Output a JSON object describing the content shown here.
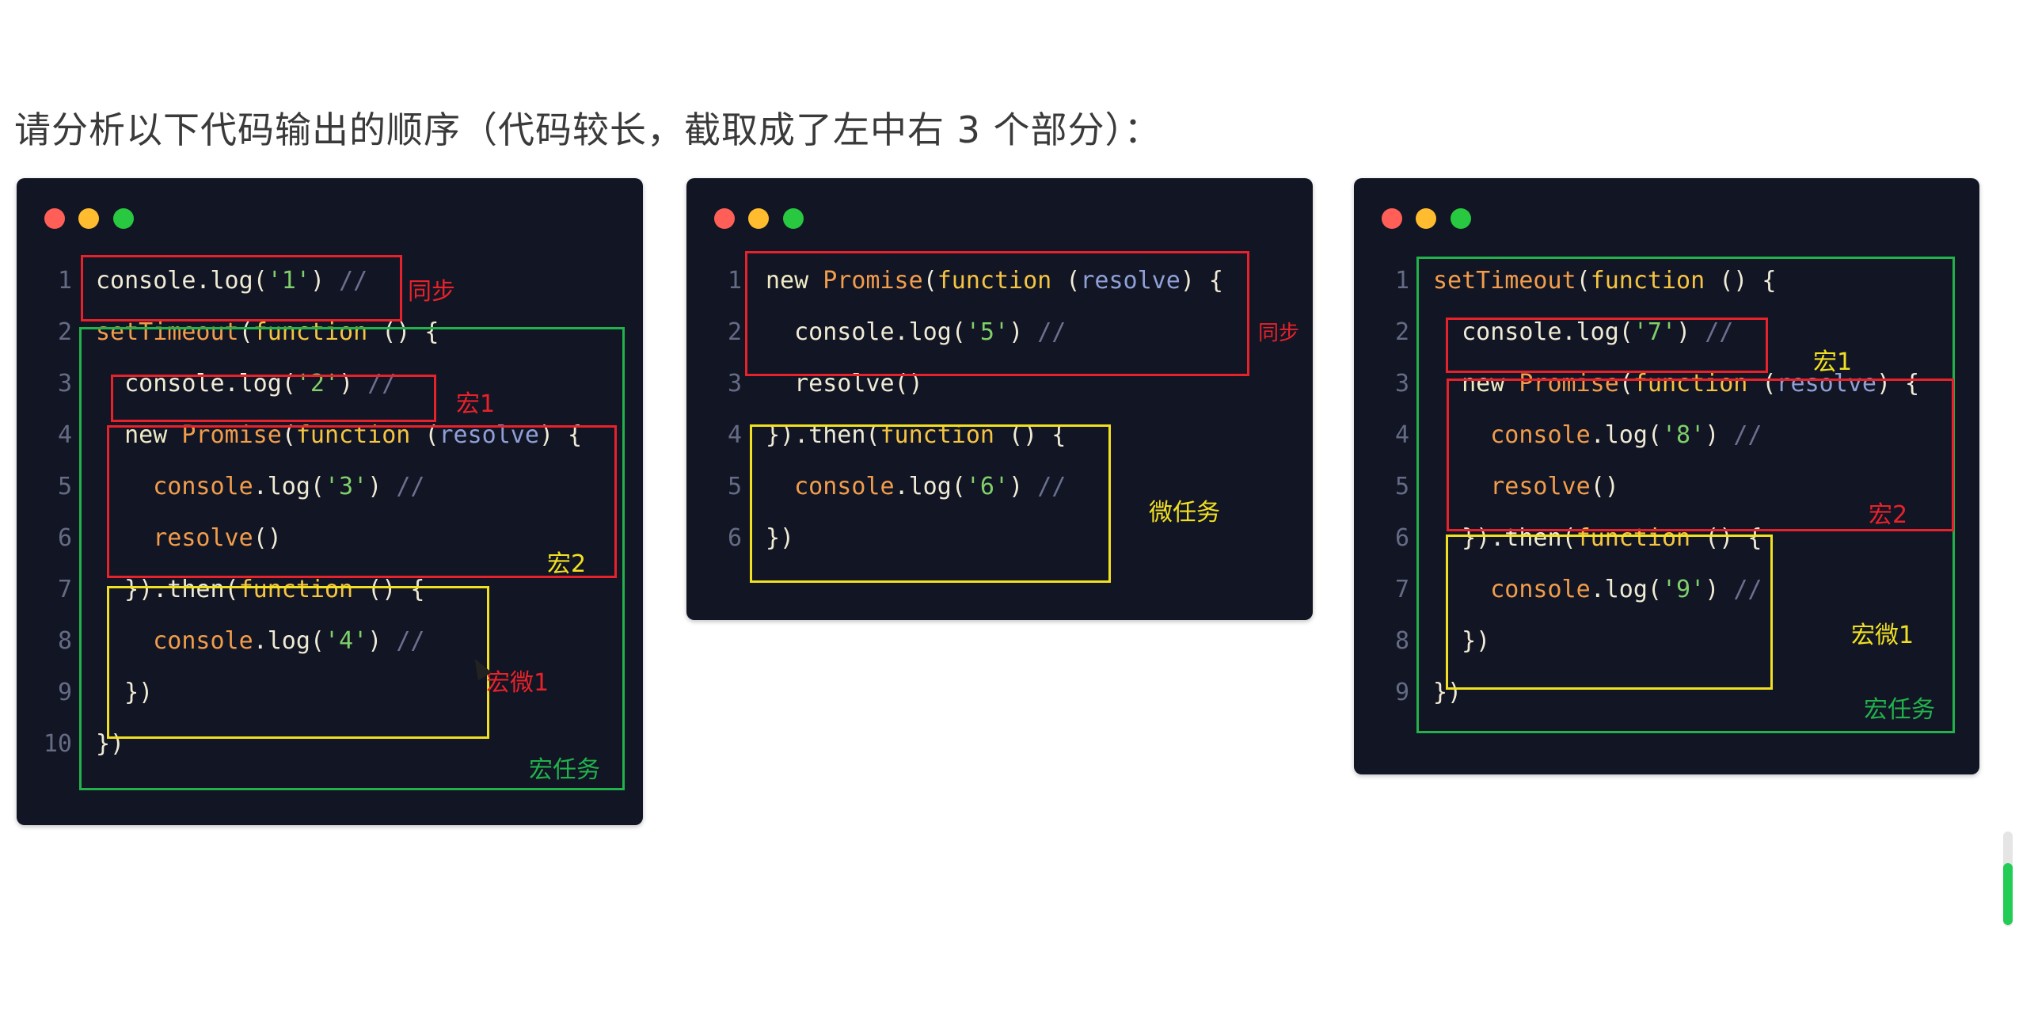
{
  "question": "请分析以下代码输出的顺序（代码较长，截取成了左中右 3 个部分）：",
  "panels": {
    "left": {
      "lines": [
        {
          "n": "1",
          "tokens": [
            [
              "pl",
              "console"
            ],
            [
              "pl",
              "."
            ],
            [
              "pl",
              "log("
            ],
            [
              "str",
              "'1'"
            ],
            [
              "pl",
              ") "
            ],
            [
              "cm",
              "//"
            ]
          ]
        },
        {
          "n": "2",
          "tokens": [
            [
              "fn",
              "setTimeout"
            ],
            [
              "pl",
              "("
            ],
            [
              "fnk",
              "function"
            ],
            [
              "pl",
              " () {"
            ]
          ]
        },
        {
          "n": "3",
          "tokens": [
            [
              "pl",
              "  console.log("
            ],
            [
              "str",
              "'2'"
            ],
            [
              "pl",
              ") "
            ],
            [
              "cm",
              "//"
            ]
          ]
        },
        {
          "n": "4",
          "tokens": [
            [
              "kw",
              "  new "
            ],
            [
              "fn",
              "Promise"
            ],
            [
              "pl",
              "("
            ],
            [
              "fnk",
              "function"
            ],
            [
              "pl",
              " ("
            ],
            [
              "param",
              "resolve"
            ],
            [
              "pl",
              ") {"
            ]
          ]
        },
        {
          "n": "5",
          "tokens": [
            [
              "pl",
              "    "
            ],
            [
              "fn",
              "console"
            ],
            [
              "pl",
              ".log("
            ],
            [
              "str",
              "'3'"
            ],
            [
              "pl",
              ") "
            ],
            [
              "cm",
              "//"
            ]
          ]
        },
        {
          "n": "6",
          "tokens": [
            [
              "pl",
              "    "
            ],
            [
              "fn",
              "resolve"
            ],
            [
              "pl",
              "()"
            ]
          ]
        },
        {
          "n": "7",
          "tokens": [
            [
              "pl",
              "  }).then("
            ],
            [
              "fnk",
              "function"
            ],
            [
              "pl",
              " () {"
            ]
          ]
        },
        {
          "n": "8",
          "tokens": [
            [
              "pl",
              "    "
            ],
            [
              "fn",
              "console"
            ],
            [
              "pl",
              ".log("
            ],
            [
              "str",
              "'4'"
            ],
            [
              "pl",
              ") "
            ],
            [
              "cm",
              "//"
            ]
          ]
        },
        {
          "n": "9",
          "tokens": [
            [
              "pl",
              "  })"
            ]
          ]
        },
        {
          "n": "10",
          "tokens": [
            [
              "pl",
              "})"
            ]
          ]
        }
      ],
      "labels": {
        "sync": "同步",
        "macro1": "宏1",
        "macro2": "宏2",
        "macro_micro1": "宏微1",
        "macro_task": "宏任务"
      }
    },
    "mid": {
      "lines": [
        {
          "n": "1",
          "tokens": [
            [
              "kw",
              "new "
            ],
            [
              "fn",
              "Promise"
            ],
            [
              "pl",
              "("
            ],
            [
              "fnk",
              "function"
            ],
            [
              "pl",
              " ("
            ],
            [
              "param",
              "resolve"
            ],
            [
              "pl",
              ") {"
            ]
          ]
        },
        {
          "n": "2",
          "tokens": [
            [
              "pl",
              "  console.log("
            ],
            [
              "str",
              "'5'"
            ],
            [
              "pl",
              ") "
            ],
            [
              "cm",
              "//"
            ]
          ]
        },
        {
          "n": "3",
          "tokens": [
            [
              "pl",
              "  resolve()"
            ]
          ]
        },
        {
          "n": "4",
          "tokens": [
            [
              "pl",
              "}).then("
            ],
            [
              "fnk",
              "function"
            ],
            [
              "pl",
              " () {"
            ]
          ]
        },
        {
          "n": "5",
          "tokens": [
            [
              "pl",
              "  "
            ],
            [
              "fn",
              "console"
            ],
            [
              "pl",
              ".log("
            ],
            [
              "str",
              "'6'"
            ],
            [
              "pl",
              ") "
            ],
            [
              "cm",
              "//"
            ]
          ]
        },
        {
          "n": "6",
          "tokens": [
            [
              "pl",
              "})"
            ]
          ]
        }
      ],
      "labels": {
        "sync": "同步",
        "micro_task": "微任务"
      }
    },
    "right": {
      "lines": [
        {
          "n": "1",
          "tokens": [
            [
              "fn",
              "setTimeout"
            ],
            [
              "pl",
              "("
            ],
            [
              "fnk",
              "function"
            ],
            [
              "pl",
              " () {"
            ]
          ]
        },
        {
          "n": "2",
          "tokens": [
            [
              "pl",
              "  console.log("
            ],
            [
              "str",
              "'7'"
            ],
            [
              "pl",
              ") "
            ],
            [
              "cm",
              "//"
            ]
          ]
        },
        {
          "n": "3",
          "tokens": [
            [
              "kw",
              "  new "
            ],
            [
              "fn",
              "Promise"
            ],
            [
              "pl",
              "("
            ],
            [
              "fnk",
              "function"
            ],
            [
              "pl",
              " ("
            ],
            [
              "param",
              "resolve"
            ],
            [
              "pl",
              ") {"
            ]
          ]
        },
        {
          "n": "4",
          "tokens": [
            [
              "pl",
              "    "
            ],
            [
              "fn",
              "console"
            ],
            [
              "pl",
              ".log("
            ],
            [
              "str",
              "'8'"
            ],
            [
              "pl",
              ") "
            ],
            [
              "cm",
              "//"
            ]
          ]
        },
        {
          "n": "5",
          "tokens": [
            [
              "pl",
              "    "
            ],
            [
              "fn",
              "resolve"
            ],
            [
              "pl",
              "()"
            ]
          ]
        },
        {
          "n": "6",
          "tokens": [
            [
              "pl",
              "  }).then("
            ],
            [
              "fnk",
              "function"
            ],
            [
              "pl",
              " () {"
            ]
          ]
        },
        {
          "n": "7",
          "tokens": [
            [
              "pl",
              "    "
            ],
            [
              "fn",
              "console"
            ],
            [
              "pl",
              ".log("
            ],
            [
              "str",
              "'9'"
            ],
            [
              "pl",
              ") "
            ],
            [
              "cm",
              "//"
            ]
          ]
        },
        {
          "n": "8",
          "tokens": [
            [
              "pl",
              "  })"
            ]
          ]
        },
        {
          "n": "9",
          "tokens": [
            [
              "pl",
              "})"
            ]
          ]
        }
      ],
      "labels": {
        "macro1": "宏1",
        "macro2": "宏2",
        "macro_micro1": "宏微1",
        "macro_task": "宏任务"
      }
    }
  },
  "colors": {
    "red": "#e8222a",
    "green": "#22b24c",
    "yellow": "#f1e022",
    "panel_bg": "#121524"
  }
}
